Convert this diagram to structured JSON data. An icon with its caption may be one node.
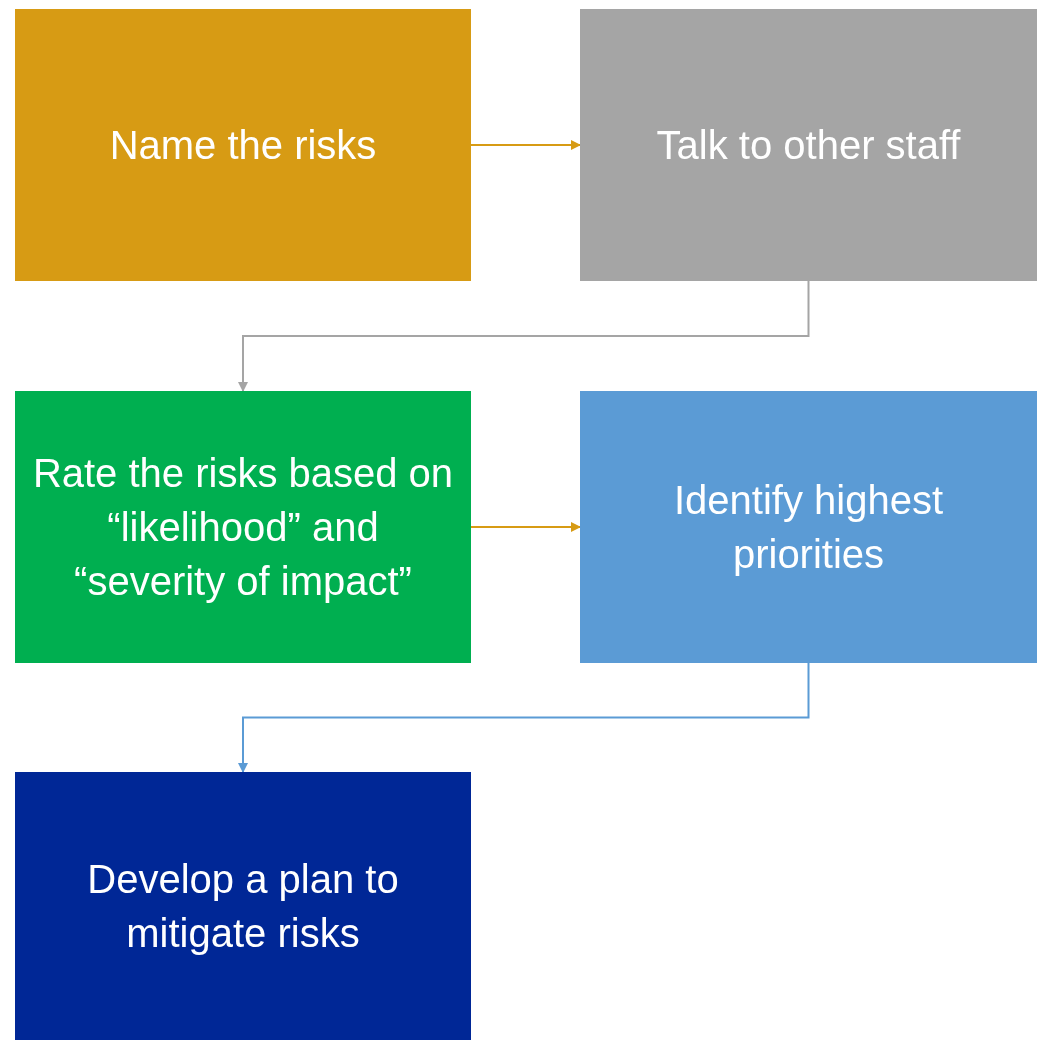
{
  "diagram": {
    "nodes": [
      {
        "text": [
          "Name the risks"
        ]
      },
      {
        "text": [
          "Talk to other staff"
        ]
      },
      {
        "text": [
          "Rate the risks based on “likelihood” and “severity of impact”"
        ]
      },
      {
        "text": [
          "Identify highest priorities"
        ]
      },
      {
        "text": [
          "Develop a plan to mitigate risks"
        ]
      }
    ],
    "edges": [
      {
        "from": 0,
        "to": 1,
        "arrow": "to",
        "color": "#d79b14"
      },
      {
        "from": 1,
        "to": 2,
        "arrow": "to",
        "color": "#a5a5a5"
      },
      {
        "from": 2,
        "to": 3,
        "arrow": "to",
        "color": "#d79b14"
      },
      {
        "from": 3,
        "to": 4,
        "arrow": "to",
        "color": "#5b9bd5"
      }
    ]
  }
}
